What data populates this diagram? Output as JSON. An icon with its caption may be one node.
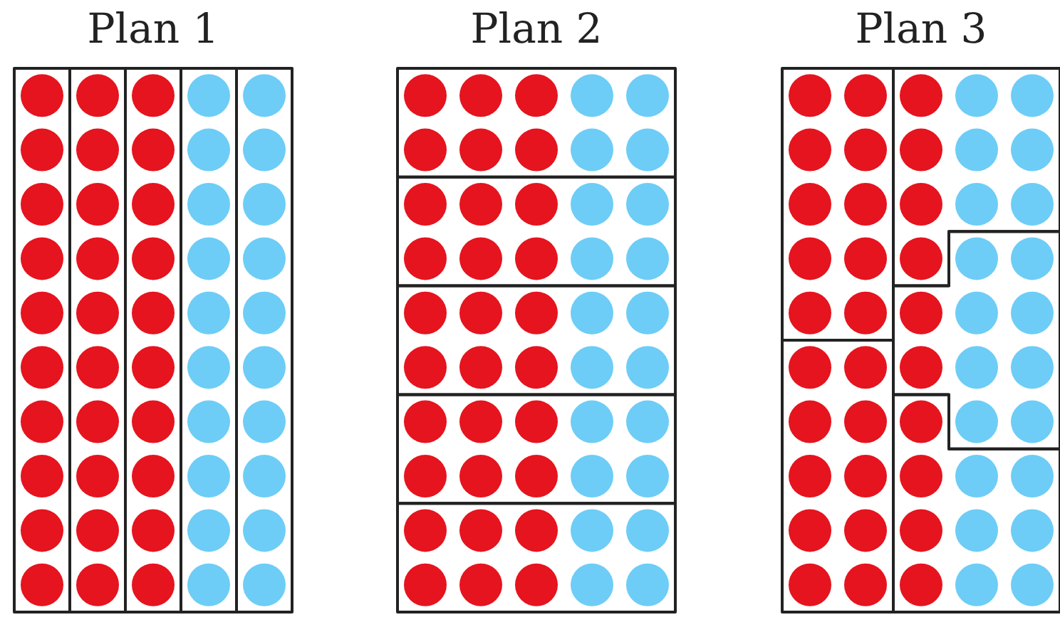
{
  "diagram": {
    "labels": [
      "Plan 1",
      "Plan 2",
      "Plan 3"
    ]
  }
}
